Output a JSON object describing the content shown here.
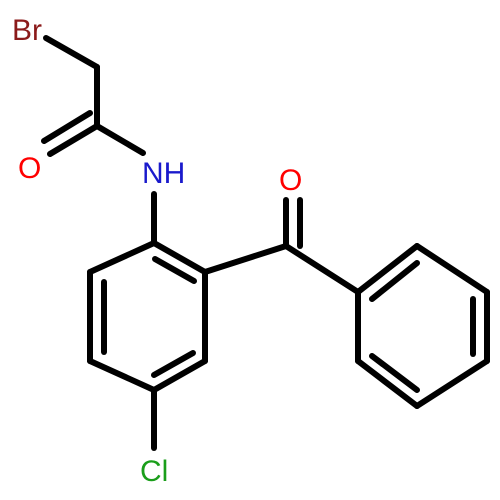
{
  "molecule": {
    "atoms": {
      "br": {
        "symbol": "Br",
        "color": "#8b1a1a"
      },
      "o_amide": {
        "symbol": "O",
        "color": "#ff0000"
      },
      "n": {
        "symbol": "NH",
        "color": "#1a1acc"
      },
      "o_ketone": {
        "symbol": "O",
        "color": "#ff0000"
      },
      "cl": {
        "symbol": "Cl",
        "color": "#1a9e1a"
      }
    },
    "bond_color": "#000000"
  }
}
